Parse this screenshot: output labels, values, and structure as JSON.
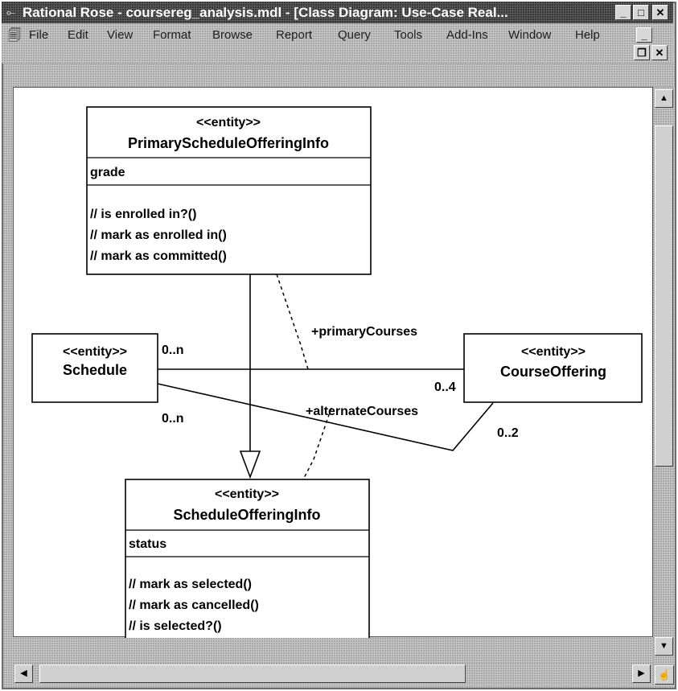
{
  "window": {
    "title": "Rational Rose - coursereg_analysis.mdl - [Class Diagram: Use-Case Real..."
  },
  "menubar": {
    "items": [
      "File",
      "Edit",
      "View",
      "Format",
      "Browse",
      "Report",
      "Query",
      "Tools",
      "Add-Ins",
      "Window",
      "Help"
    ]
  },
  "diagram": {
    "classes": {
      "primary": {
        "stereotype": "<<entity>>",
        "name": "PrimaryScheduleOfferingInfo",
        "attributes": [
          "grade"
        ],
        "operations": [
          "// is enrolled in?()",
          "// mark as enrolled in()",
          "// mark as committed()"
        ]
      },
      "schedule": {
        "stereotype": "<<entity>>",
        "name": "Schedule"
      },
      "course": {
        "stereotype": "<<entity>>",
        "name": "CourseOffering"
      },
      "offeringinfo": {
        "stereotype": "<<entity>>",
        "name": "ScheduleOfferingInfo",
        "attributes": [
          "status"
        ],
        "operations": [
          "// mark as selected()",
          "// mark as cancelled()",
          "// is selected?()"
        ]
      }
    },
    "labels": {
      "primary_role": "+primaryCourses",
      "alternate_role": "+alternateCourses",
      "schedule_mult_top": "0..n",
      "schedule_mult_bottom": "0..n",
      "course_mult_primary": "0..4",
      "course_mult_alternate": "0..2"
    }
  },
  "colors": {
    "accent": "#000000",
    "chrome": "#c6c6c6",
    "canvas": "#ffffff"
  }
}
